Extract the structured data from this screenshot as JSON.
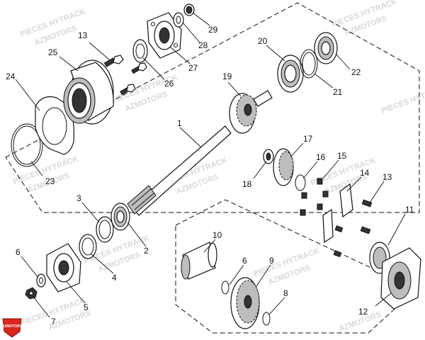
{
  "watermark": {
    "line1": "PIECES HYTRACK",
    "line2": "AZMOTORS"
  },
  "logo": {
    "text": "AZMOTORS",
    "color": "#d9261c"
  },
  "callouts": {
    "c1": "1",
    "c2": "2",
    "c3": "3",
    "c4": "4",
    "c5": "5",
    "c6a": "6",
    "c6b": "6",
    "c7": "7",
    "c8": "8",
    "c9": "9",
    "c10": "10",
    "c11": "11",
    "c12": "12",
    "c13a": "13",
    "c13b": "13",
    "c14": "14",
    "c15": "15",
    "c16": "16",
    "c17": "17",
    "c18": "18",
    "c19": "19",
    "c20": "20",
    "c21": "21",
    "c22": "22",
    "c23": "23",
    "c24": "24",
    "c25": "25",
    "c26": "26",
    "c27": "27",
    "c28": "28",
    "c29": "29"
  }
}
